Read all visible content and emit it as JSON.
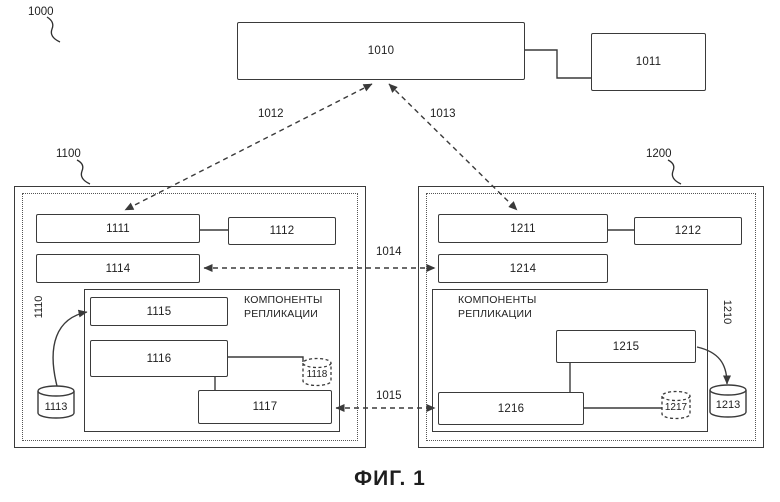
{
  "caption": "ФИГ. 1",
  "refs": {
    "r1000": "1000",
    "r1100": "1100",
    "r1200": "1200",
    "r1110": "1110",
    "r1210": "1210"
  },
  "connectors": {
    "t1012": "1012",
    "t1013": "1013",
    "t1014": "1014",
    "t1015": "1015"
  },
  "nodes": {
    "n1010": "1010",
    "n1011": "1011",
    "n1111": "1111",
    "n1112": "1112",
    "n1114": "1114",
    "n1115": "1115",
    "n1116": "1116",
    "n1117": "1117",
    "n1211": "1211",
    "n1212": "1212",
    "n1214": "1214",
    "n1215": "1215",
    "n1216": "1216"
  },
  "cylinders": {
    "c1113": "1113",
    "c1118": "1118",
    "c1217": "1217",
    "c1213": "1213"
  },
  "left_panel": {
    "replication_title": "КОМПОНЕНТЫ РЕПЛИКАЦИИ"
  },
  "right_panel": {
    "replication_title": "КОМПОНЕНТЫ РЕПЛИКАЦИИ"
  }
}
